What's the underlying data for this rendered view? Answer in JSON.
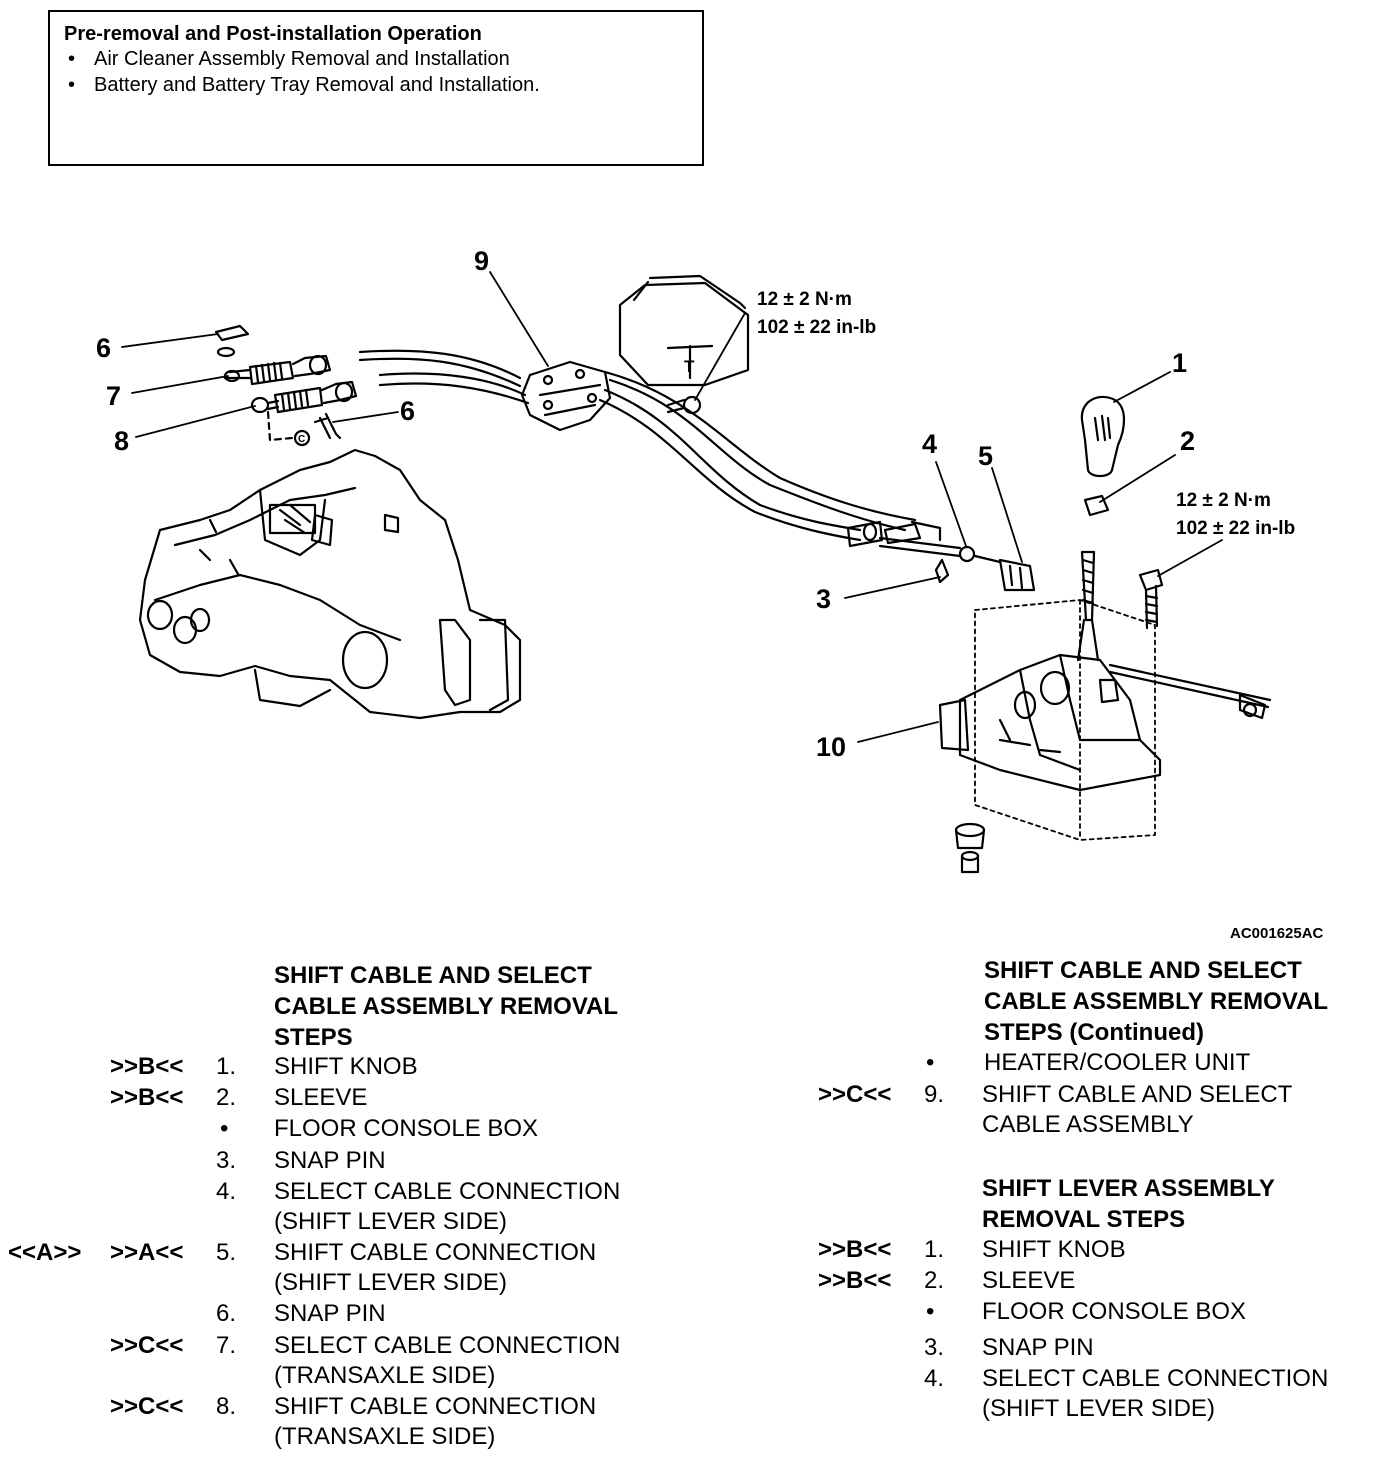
{
  "pre_box": {
    "title": "Pre-removal and Post-installation Operation",
    "items": [
      "Air Cleaner Assembly Removal and Installation",
      "Battery and Battery Tray Removal and Installation."
    ],
    "bullet": "•"
  },
  "figure": {
    "callouts": {
      "n1": "1",
      "n2": "2",
      "n3": "3",
      "n4": "4",
      "n5": "5",
      "n6a": "6",
      "n6b": "6",
      "n7": "7",
      "n8": "8",
      "n9": "9",
      "n10": "10"
    },
    "torque1": {
      "nm": "12 ± 2 N·m",
      "inlb": "102 ± 22 in-lb"
    },
    "torque2": {
      "nm": "12 ± 2 N·m",
      "inlb": "102 ± 22 in-lb"
    },
    "image_code": "AC001625AC",
    "symbol_t": "T",
    "symbol_c": "C"
  },
  "left_list": {
    "heading": [
      "SHIFT CABLE AND SELECT",
      "CABLE ASSEMBLY REMOVAL",
      "STEPS"
    ],
    "rows": [
      {
        "pre": "",
        "code": ">>B<<",
        "num": "1.",
        "lines": [
          "SHIFT KNOB"
        ]
      },
      {
        "pre": "",
        "code": ">>B<<",
        "num": "2.",
        "lines": [
          "SLEEVE"
        ]
      },
      {
        "pre": "",
        "code": "",
        "num": "•",
        "lines": [
          "FLOOR CONSOLE BOX"
        ]
      },
      {
        "pre": "",
        "code": "",
        "num": "3.",
        "lines": [
          "SNAP PIN"
        ]
      },
      {
        "pre": "",
        "code": "",
        "num": "4.",
        "lines": [
          "SELECT CABLE CONNECTION",
          "(SHIFT LEVER SIDE)"
        ]
      },
      {
        "pre": "<<A>>",
        "code": ">>A<<",
        "num": "5.",
        "lines": [
          "SHIFT CABLE CONNECTION",
          "(SHIFT LEVER SIDE)"
        ]
      },
      {
        "pre": "",
        "code": "",
        "num": "6.",
        "lines": [
          "SNAP PIN"
        ]
      },
      {
        "pre": "",
        "code": ">>C<<",
        "num": "7.",
        "lines": [
          "SELECT CABLE CONNECTION",
          "(TRANSAXLE SIDE)"
        ]
      },
      {
        "pre": "",
        "code": ">>C<<",
        "num": "8.",
        "lines": [
          "SHIFT CABLE CONNECTION",
          "(TRANSAXLE SIDE)"
        ]
      }
    ]
  },
  "right_list": {
    "heading": [
      "SHIFT CABLE AND SELECT",
      "CABLE ASSEMBLY REMOVAL",
      "STEPS (Continued)"
    ],
    "rows": [
      {
        "code": "",
        "num": "•",
        "lines": [
          "HEATER/COOLER UNIT"
        ]
      },
      {
        "code": ">>C<<",
        "num": "9.",
        "lines": [
          "SHIFT CABLE AND SELECT",
          "CABLE ASSEMBLY"
        ]
      }
    ],
    "heading2": [
      "SHIFT LEVER ASSEMBLY",
      "REMOVAL STEPS"
    ],
    "rows2": [
      {
        "code": ">>B<<",
        "num": "1.",
        "lines": [
          "SHIFT KNOB"
        ]
      },
      {
        "code": ">>B<<",
        "num": "2.",
        "lines": [
          "SLEEVE"
        ]
      },
      {
        "code": "",
        "num": "•",
        "lines": [
          "FLOOR CONSOLE BOX"
        ]
      },
      {
        "code": "",
        "num": "3.",
        "lines": [
          "SNAP PIN"
        ]
      },
      {
        "code": "",
        "num": "4.",
        "lines": [
          "SELECT CABLE CONNECTION",
          "(SHIFT LEVER SIDE)"
        ]
      }
    ]
  }
}
